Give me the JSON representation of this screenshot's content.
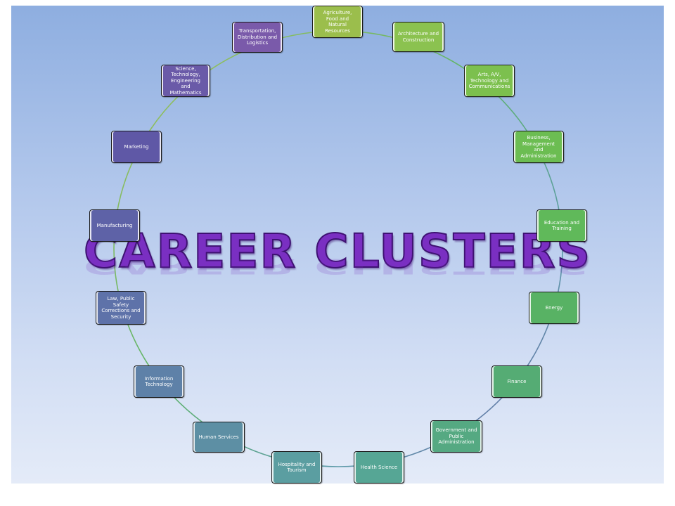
{
  "title": "CAREER CLUSTERS",
  "clusters": [
    {
      "label": "Agriculture, Food and Natural Resources",
      "color": "#9bbe4c"
    },
    {
      "label": "Architecture and Construction",
      "color": "#8bc250"
    },
    {
      "label": "Arts, A/V, Technology and Communications",
      "color": "#7cc04e"
    },
    {
      "label": "Business, Management and Administration",
      "color": "#6cbd52"
    },
    {
      "label": "Education and Training",
      "color": "#60b95a"
    },
    {
      "label": "Energy",
      "color": "#58b264"
    },
    {
      "label": "Finance",
      "color": "#55ac74"
    },
    {
      "label": "Government and Public Administration",
      "color": "#55a982"
    },
    {
      "label": "Health Science",
      "color": "#56a695"
    },
    {
      "label": "Hospitality and Tourism",
      "color": "#5b9ea1"
    },
    {
      "label": "Human Services",
      "color": "#5d8fa4"
    },
    {
      "label": "Information Technology",
      "color": "#5e81a8"
    },
    {
      "label": "Law, Public Safety Corrections and Security",
      "color": "#5e72a9"
    },
    {
      "label": "Manufacturing",
      "color": "#5e62a7"
    },
    {
      "label": "Marketing",
      "color": "#5f58a6"
    },
    {
      "label": "Science, Technology, Engineering and Mathematics",
      "color": "#6a5aa8"
    },
    {
      "label": "Transportation, Distribution and Logistics",
      "color": "#7a5aaa"
    }
  ]
}
